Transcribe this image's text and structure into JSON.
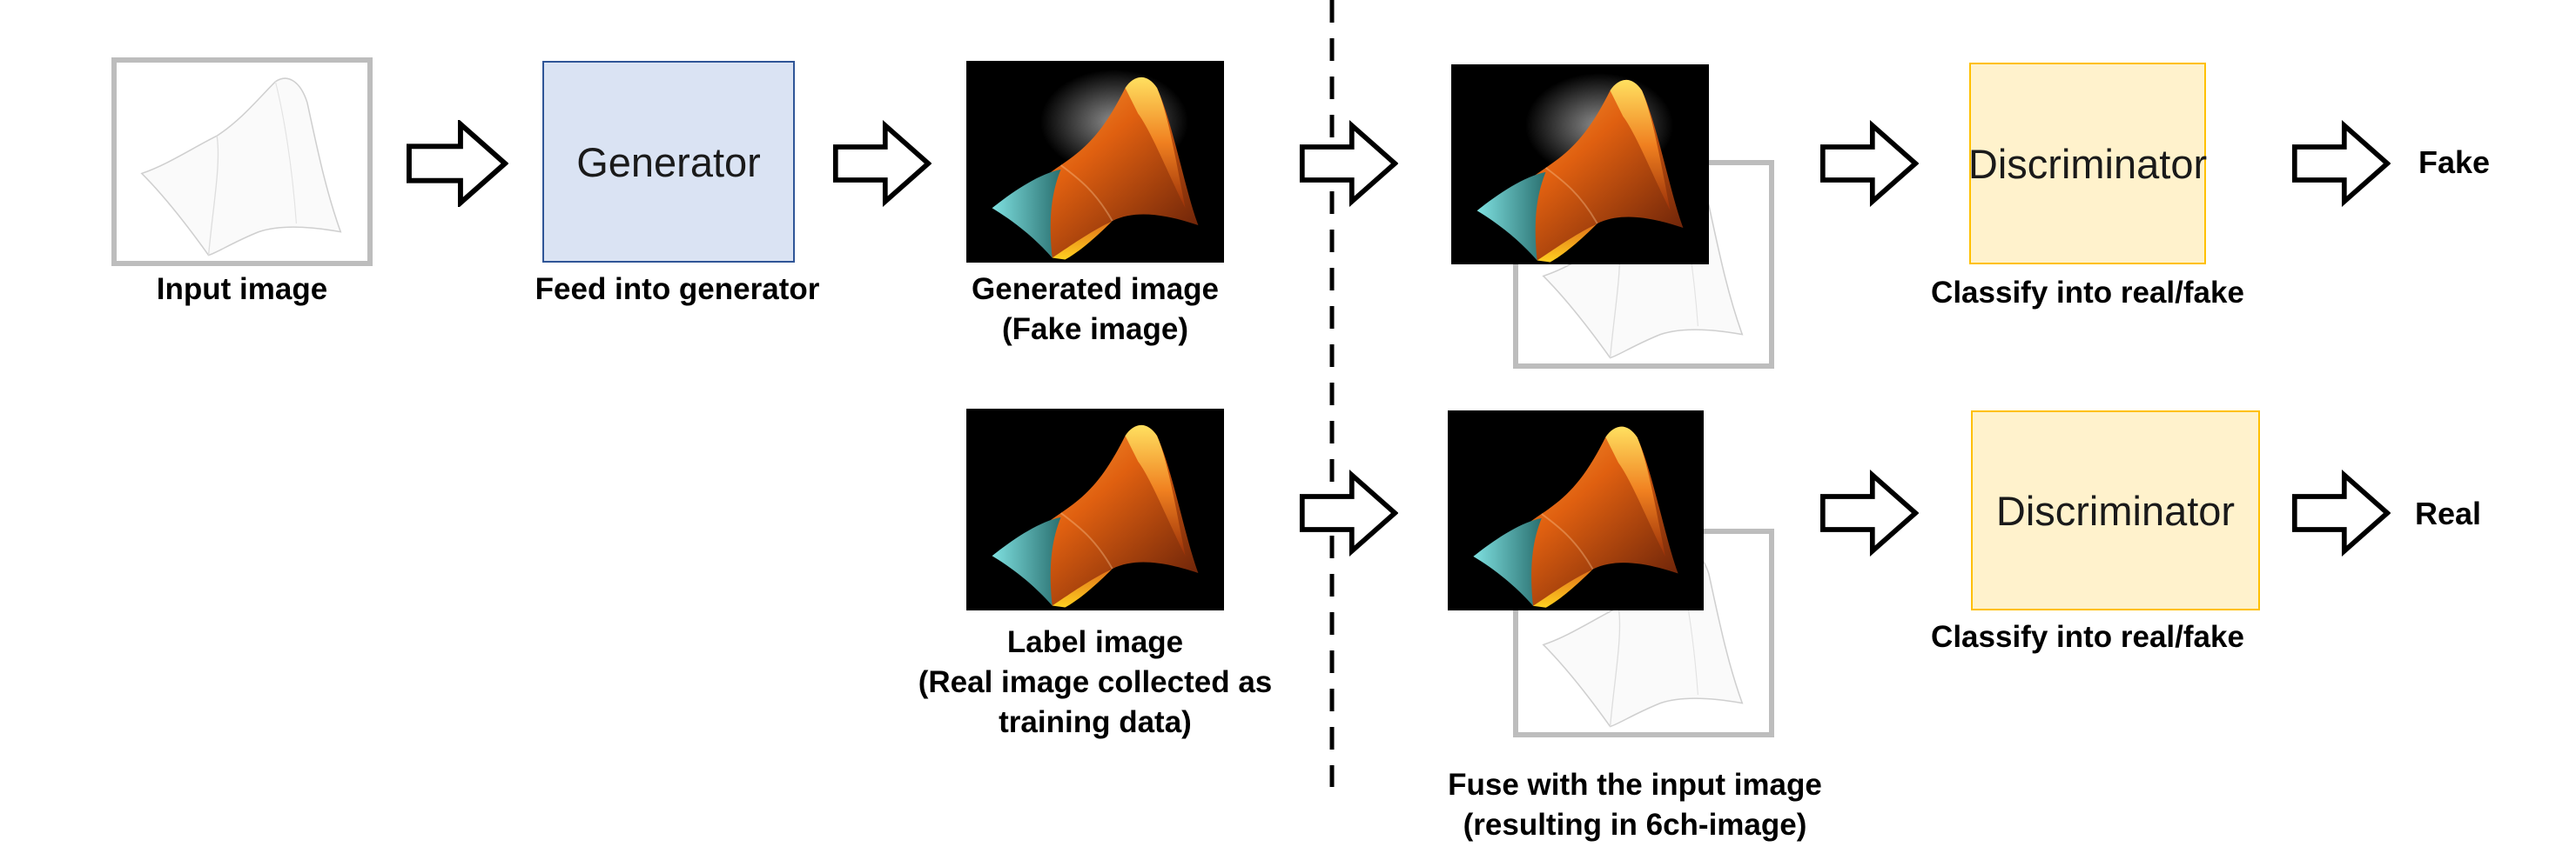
{
  "colors": {
    "generator_fill": "#dae3f3",
    "generator_border": "#2f5597",
    "discriminator_fill": "#fff2cc",
    "discriminator_border": "#ffc000",
    "frame_gray": "#bdbdbd"
  },
  "icons": {
    "arrow": "hollow-right-arrow-icon",
    "surface": "peaks-surface-icon"
  },
  "captions": {
    "input_image": "Input image",
    "feed_generator": "Feed into generator",
    "generated_line1": "Generated image",
    "generated_line2": "(Fake image)",
    "label_line1": "Label image",
    "label_line2": "(Real image collected as",
    "label_line3": "training data)",
    "fuse_line1": "Fuse with the input image",
    "fuse_line2": "(resulting in 6ch-image)",
    "classify_top": "Classify into real/fake",
    "classify_bottom": "Classify into real/fake"
  },
  "boxes": {
    "generator": "Generator",
    "discriminator_top": "Discriminator",
    "discriminator_bottom": "Discriminator"
  },
  "outputs": {
    "top": "Fake",
    "bottom": "Real"
  }
}
